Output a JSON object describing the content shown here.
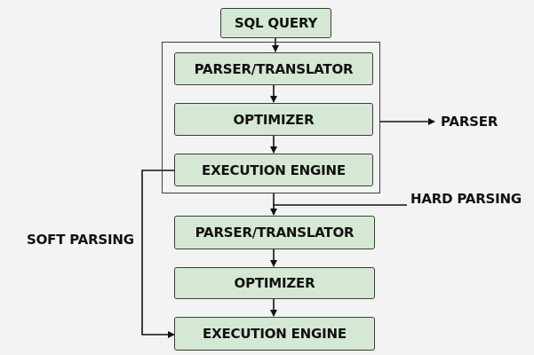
{
  "nodes": {
    "sql_query": "SQL QUERY",
    "parser_translator_1": "PARSER/TRANSLATOR",
    "optimizer_1": "OPTIMIZER",
    "execution_engine_1": "EXECUTION ENGINE",
    "parser_translator_2": "PARSER/TRANSLATOR",
    "optimizer_2": "OPTIMIZER",
    "execution_engine_2": "EXECUTION ENGINE"
  },
  "labels": {
    "parser": "PARSER",
    "hard_parsing": "HARD PARSING",
    "soft_parsing": "SOFT PARSING"
  },
  "colors": {
    "box_fill": "#d5e8d4",
    "stroke": "#3d3d3d",
    "background": "#f3f3f3"
  }
}
